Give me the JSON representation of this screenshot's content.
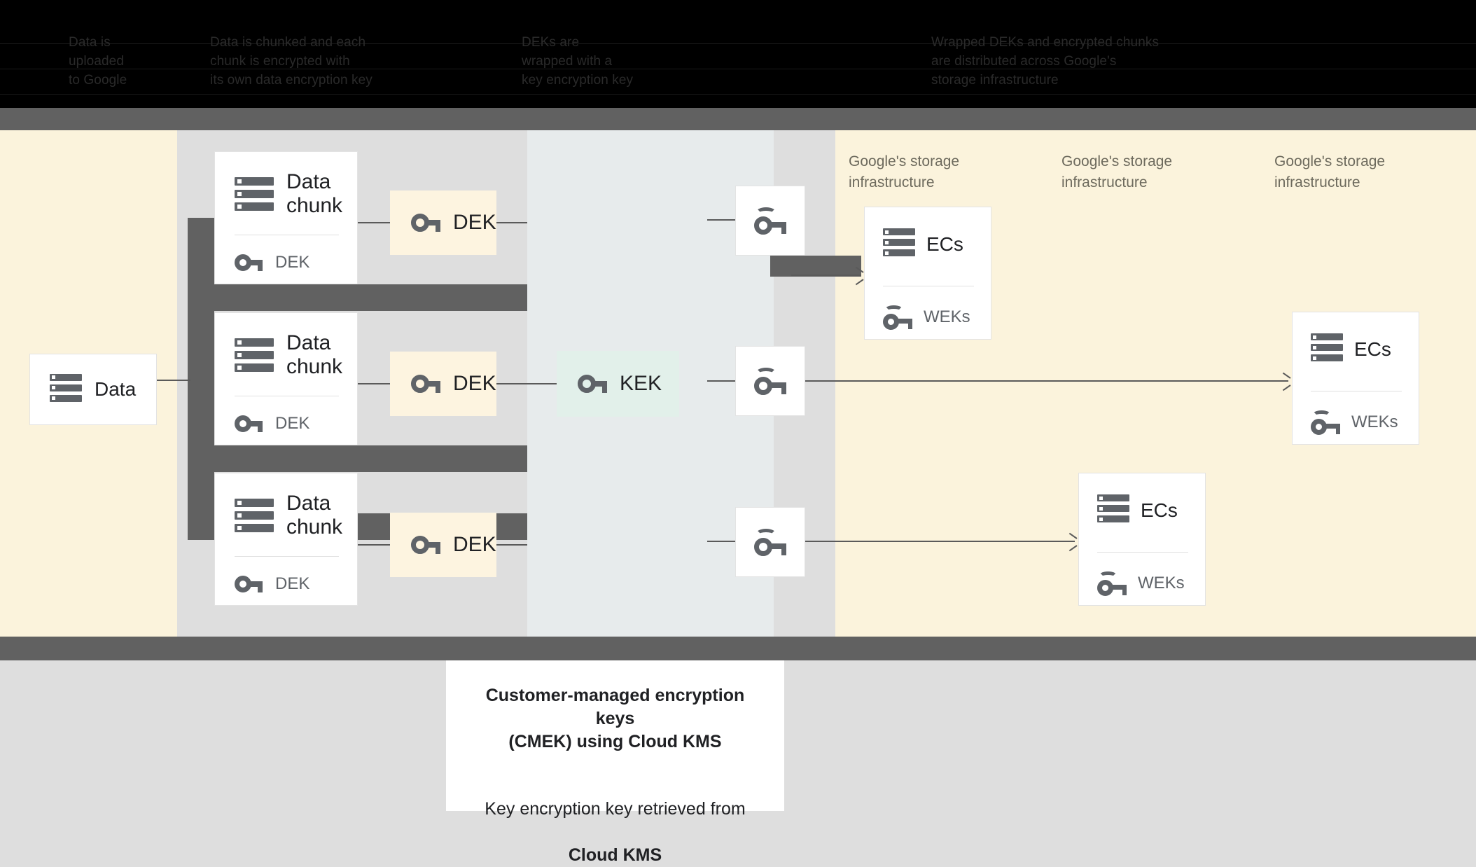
{
  "header": {
    "columns": [
      {
        "line1": "Data is",
        "line2": "uploaded",
        "line3": "to Google"
      },
      {
        "line1": "Data is chunked and each",
        "line2": "chunk is encrypted with",
        "line3": "its own data encryption key"
      },
      {
        "line1": "DEKs are",
        "line2": "wrapped with a",
        "line3": "key encryption key"
      },
      {
        "line1": "Wrapped DEKs and encrypted chunks",
        "line2": "are distributed across Google's",
        "line3": "storage infrastructure"
      }
    ]
  },
  "diagram": {
    "source": {
      "title": "Data",
      "icon": "server-stack-icon"
    },
    "chunks": [
      {
        "title": "Data\nchunk",
        "key_label": "DEK",
        "icon": "server-stack-icon",
        "key_icon": "key-icon"
      },
      {
        "title": "Data\nchunk",
        "key_label": "DEK",
        "icon": "server-stack-icon",
        "key_icon": "key-icon"
      },
      {
        "title": "Data\nchunk",
        "key_label": "DEK",
        "icon": "server-stack-icon",
        "key_icon": "key-icon"
      }
    ],
    "deks": [
      {
        "label": "DEK",
        "icon": "key-icon"
      },
      {
        "label": "DEK",
        "icon": "key-icon"
      },
      {
        "label": "DEK",
        "icon": "key-icon"
      }
    ],
    "kek": {
      "label": "KEK",
      "icon": "key-icon"
    },
    "wrapped_keys": [
      {
        "icon": "wrapped-key-icon"
      },
      {
        "icon": "wrapped-key-icon"
      },
      {
        "icon": "wrapped-key-icon"
      }
    ],
    "infra_labels": [
      "Google's storage\ninfrastructure",
      "Google's storage\ninfrastructure",
      "Google's storage\ninfrastructure"
    ],
    "ec_cards": [
      {
        "title": "ECs",
        "key_label": "WEKs",
        "icon": "server-stack-icon",
        "key_icon": "wrapped-key-icon"
      },
      {
        "title": "ECs",
        "key_label": "WEKs",
        "icon": "server-stack-icon",
        "key_icon": "wrapped-key-icon"
      },
      {
        "title": "ECs",
        "key_label": "WEKs",
        "icon": "server-stack-icon",
        "key_icon": "wrapped-key-icon"
      }
    ]
  },
  "caption": {
    "bold_line": "Customer-managed encryption keys\n(CMEK) using Cloud KMS",
    "normal_line": "Key encryption key retrieved from",
    "normal_bold": "Cloud KMS"
  },
  "colors": {
    "cream": "#FBF3DC",
    "gray": "#DEDEDE",
    "blue_gray": "#E7EBEC",
    "dark_gray": "#616161",
    "dek": "#FDF4E0",
    "kek": "#E2F0EA",
    "black": "#000000"
  }
}
